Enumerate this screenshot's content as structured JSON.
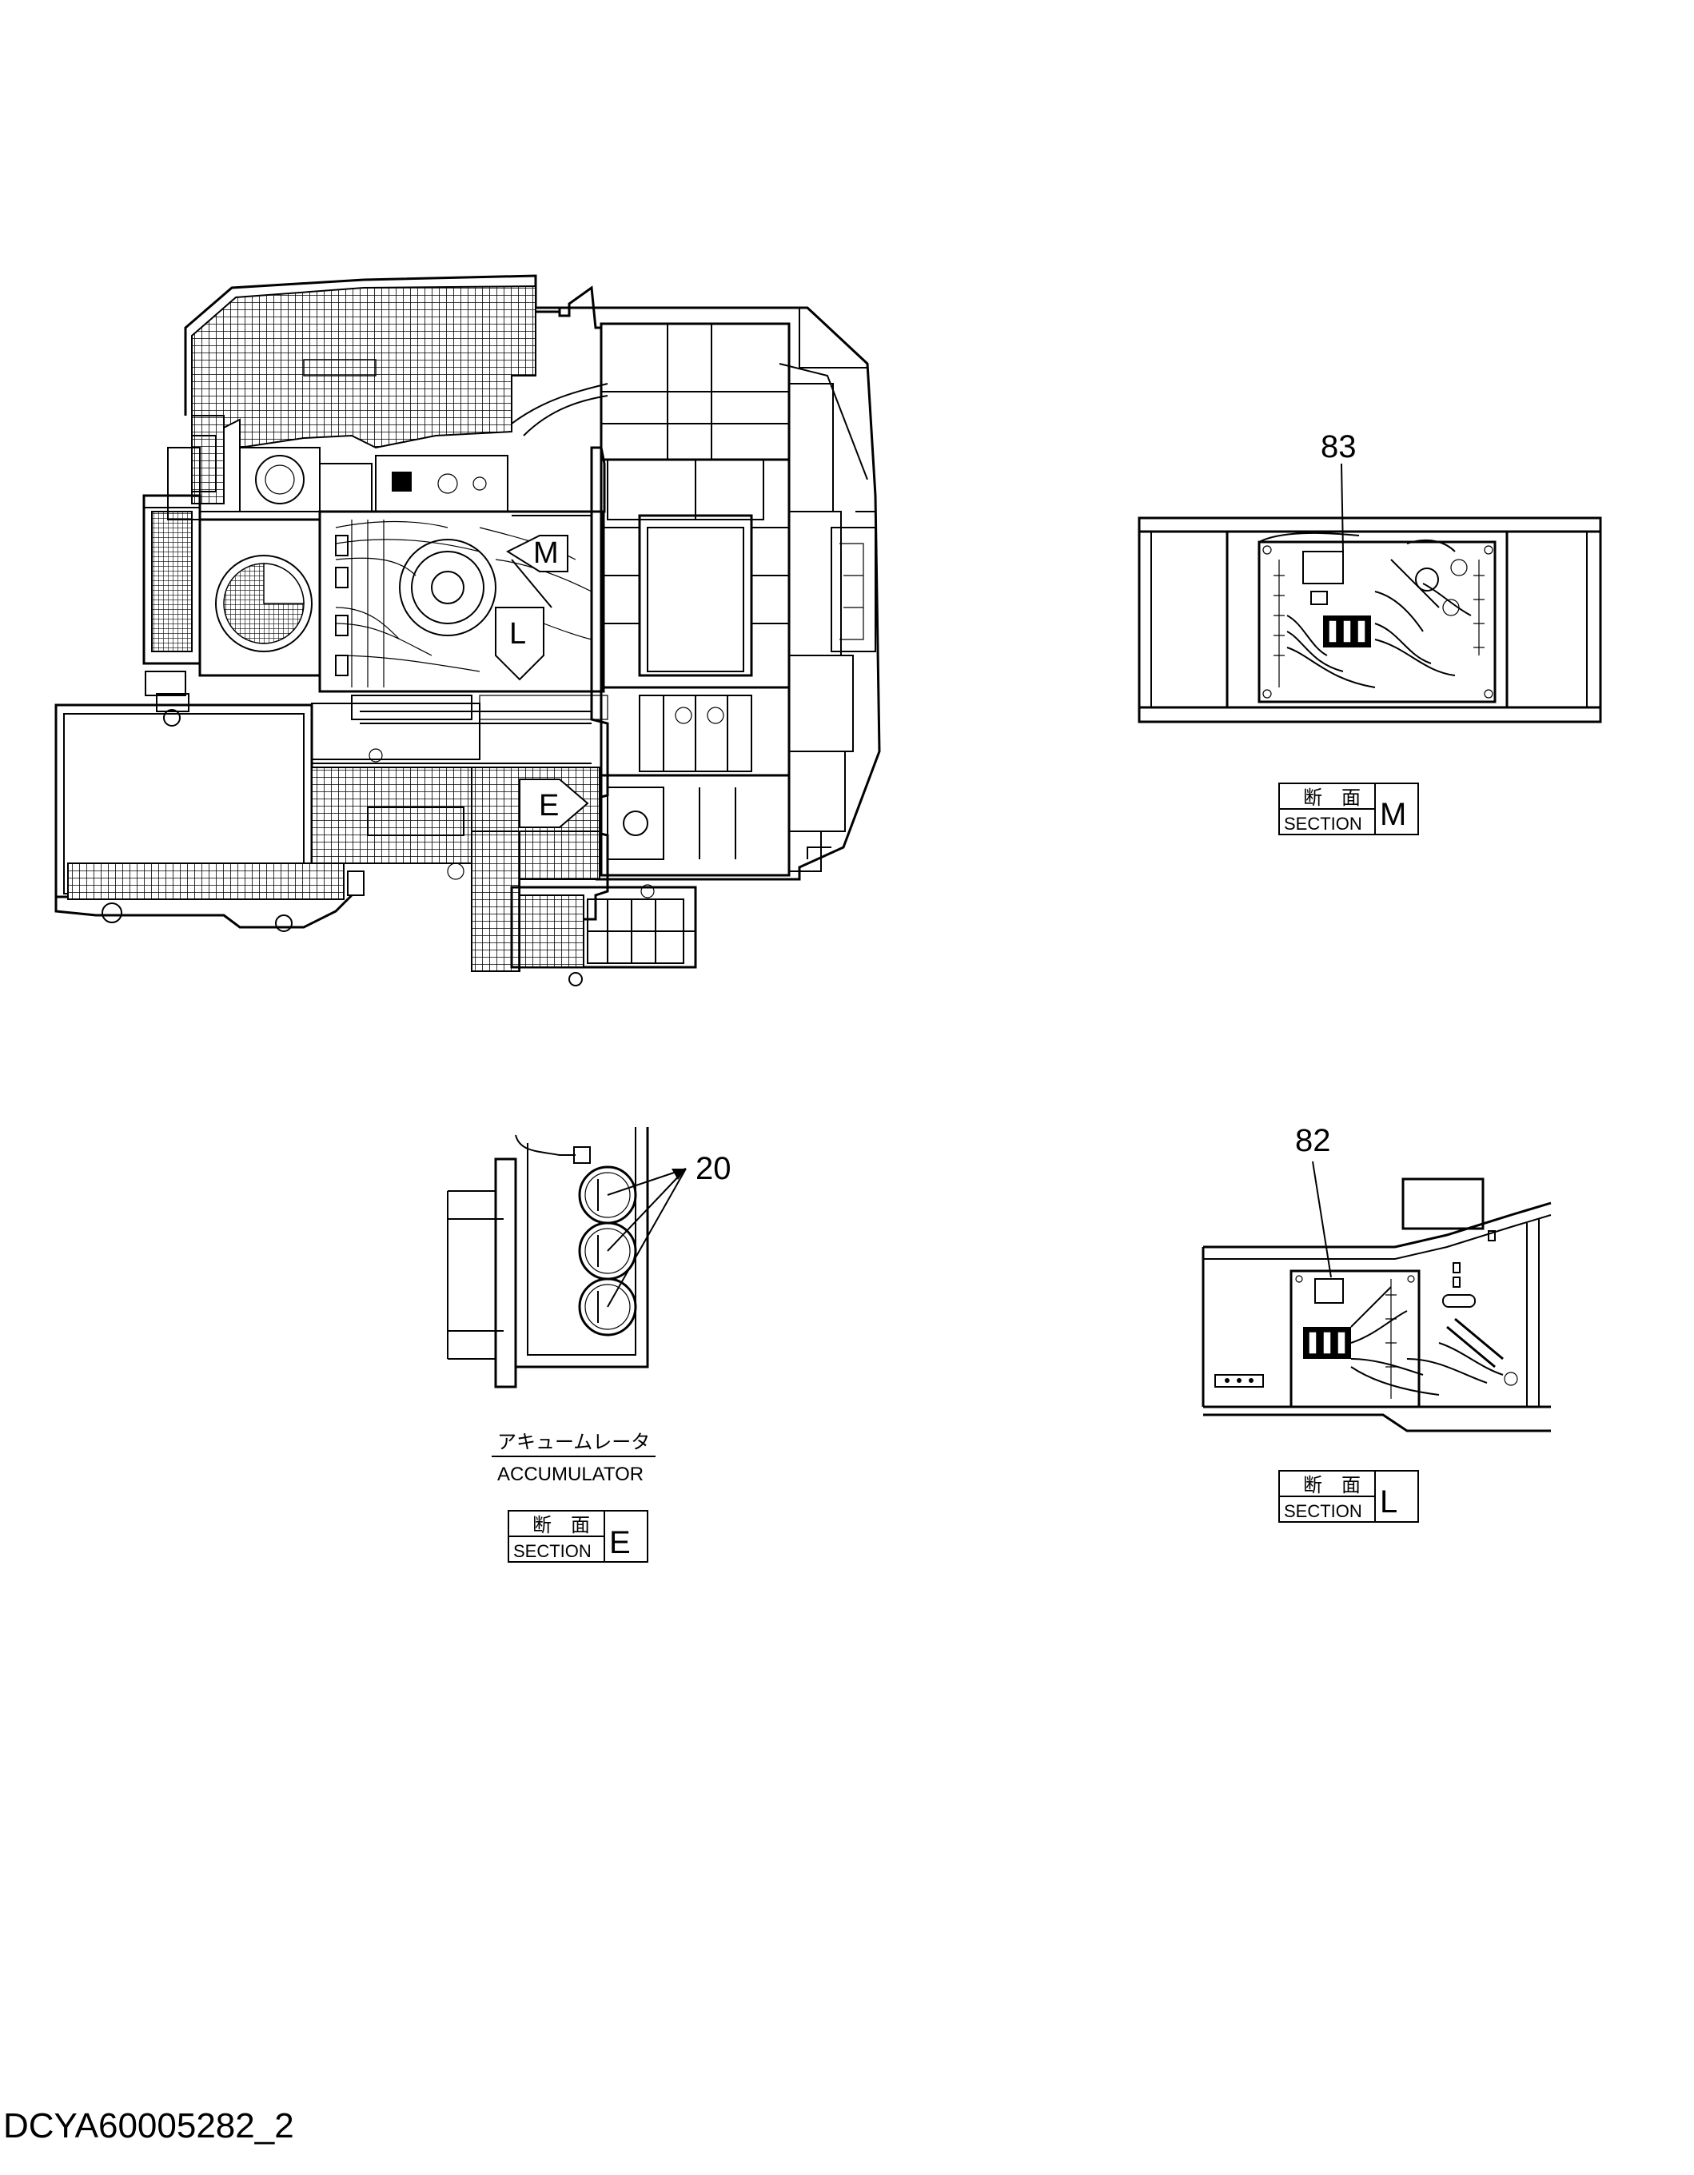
{
  "document": {
    "id": "DCYA60005282_2"
  },
  "main_view": {
    "section_markers": [
      {
        "letter": "M"
      },
      {
        "letter": "L"
      },
      {
        "letter": "E"
      }
    ]
  },
  "section_m": {
    "part_number": "83",
    "label_jp": "断　面",
    "label_en": "SECTION",
    "letter": "M"
  },
  "section_l": {
    "part_number": "82",
    "label_jp": "断　面",
    "label_en": "SECTION",
    "letter": "L"
  },
  "section_e": {
    "part_number": "20",
    "component_jp": "アキュームレータ",
    "component_en": "ACCUMULATOR",
    "label_jp": "断　面",
    "label_en": "SECTION",
    "letter": "E"
  }
}
